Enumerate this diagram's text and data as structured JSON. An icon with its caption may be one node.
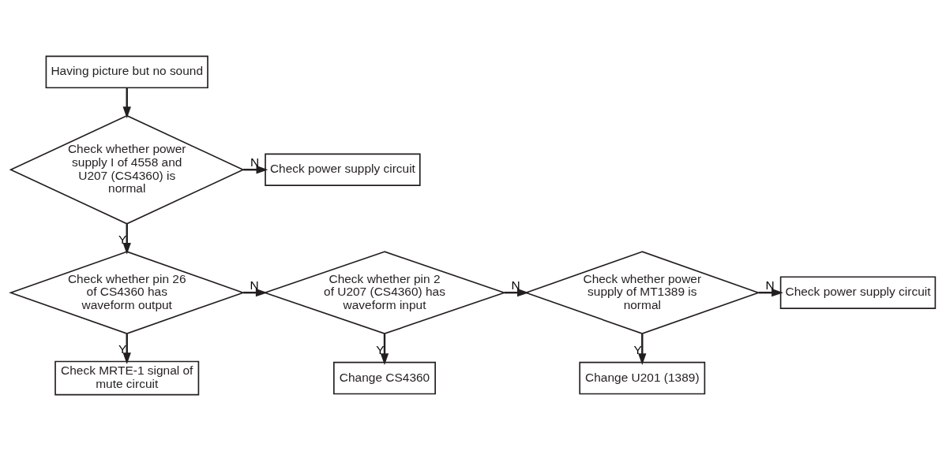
{
  "diagram": {
    "nodes": [
      {
        "text": [
          "Having picture but no sound"
        ]
      },
      {
        "text": [
          "Check whether power supply I of 4558 and U207 (CS4360) is normal"
        ]
      },
      {
        "text": [
          "Check power supply circuit"
        ]
      },
      {
        "text": [
          "Check whether pin 26 of CS4360 has waveform output"
        ]
      },
      {
        "text": [
          "Check whether pin 2 of U207 (CS4360) has waveform input"
        ]
      },
      {
        "text": [
          "Check whether power supply of MT1389 is normal"
        ]
      },
      {
        "text": [
          "Check power supply circuit"
        ]
      },
      {
        "text": [
          "Check MRTE-1 signal of mute circuit"
        ]
      },
      {
        "text": [
          "Change CS4360"
        ]
      },
      {
        "text": [
          "Change U201 (1389)"
        ]
      }
    ],
    "edges": [
      {
        "from": 0,
        "to": 1,
        "arrow": "to"
      },
      {
        "from": 1,
        "to": 2,
        "arrow": "to",
        "label": "N"
      },
      {
        "from": 1,
        "to": 3,
        "arrow": "to",
        "label": "Y"
      },
      {
        "from": 3,
        "to": 4,
        "arrow": "to",
        "label": "N"
      },
      {
        "from": 4,
        "to": 5,
        "arrow": "to",
        "label": "N"
      },
      {
        "from": 5,
        "to": 6,
        "arrow": "to",
        "label": "N"
      },
      {
        "from": 3,
        "to": 7,
        "arrow": "to",
        "label": "Y"
      },
      {
        "from": 4,
        "to": 8,
        "arrow": "to",
        "label": "Y"
      },
      {
        "from": 5,
        "to": 9,
        "arrow": "to",
        "label": "Y"
      }
    ]
  }
}
